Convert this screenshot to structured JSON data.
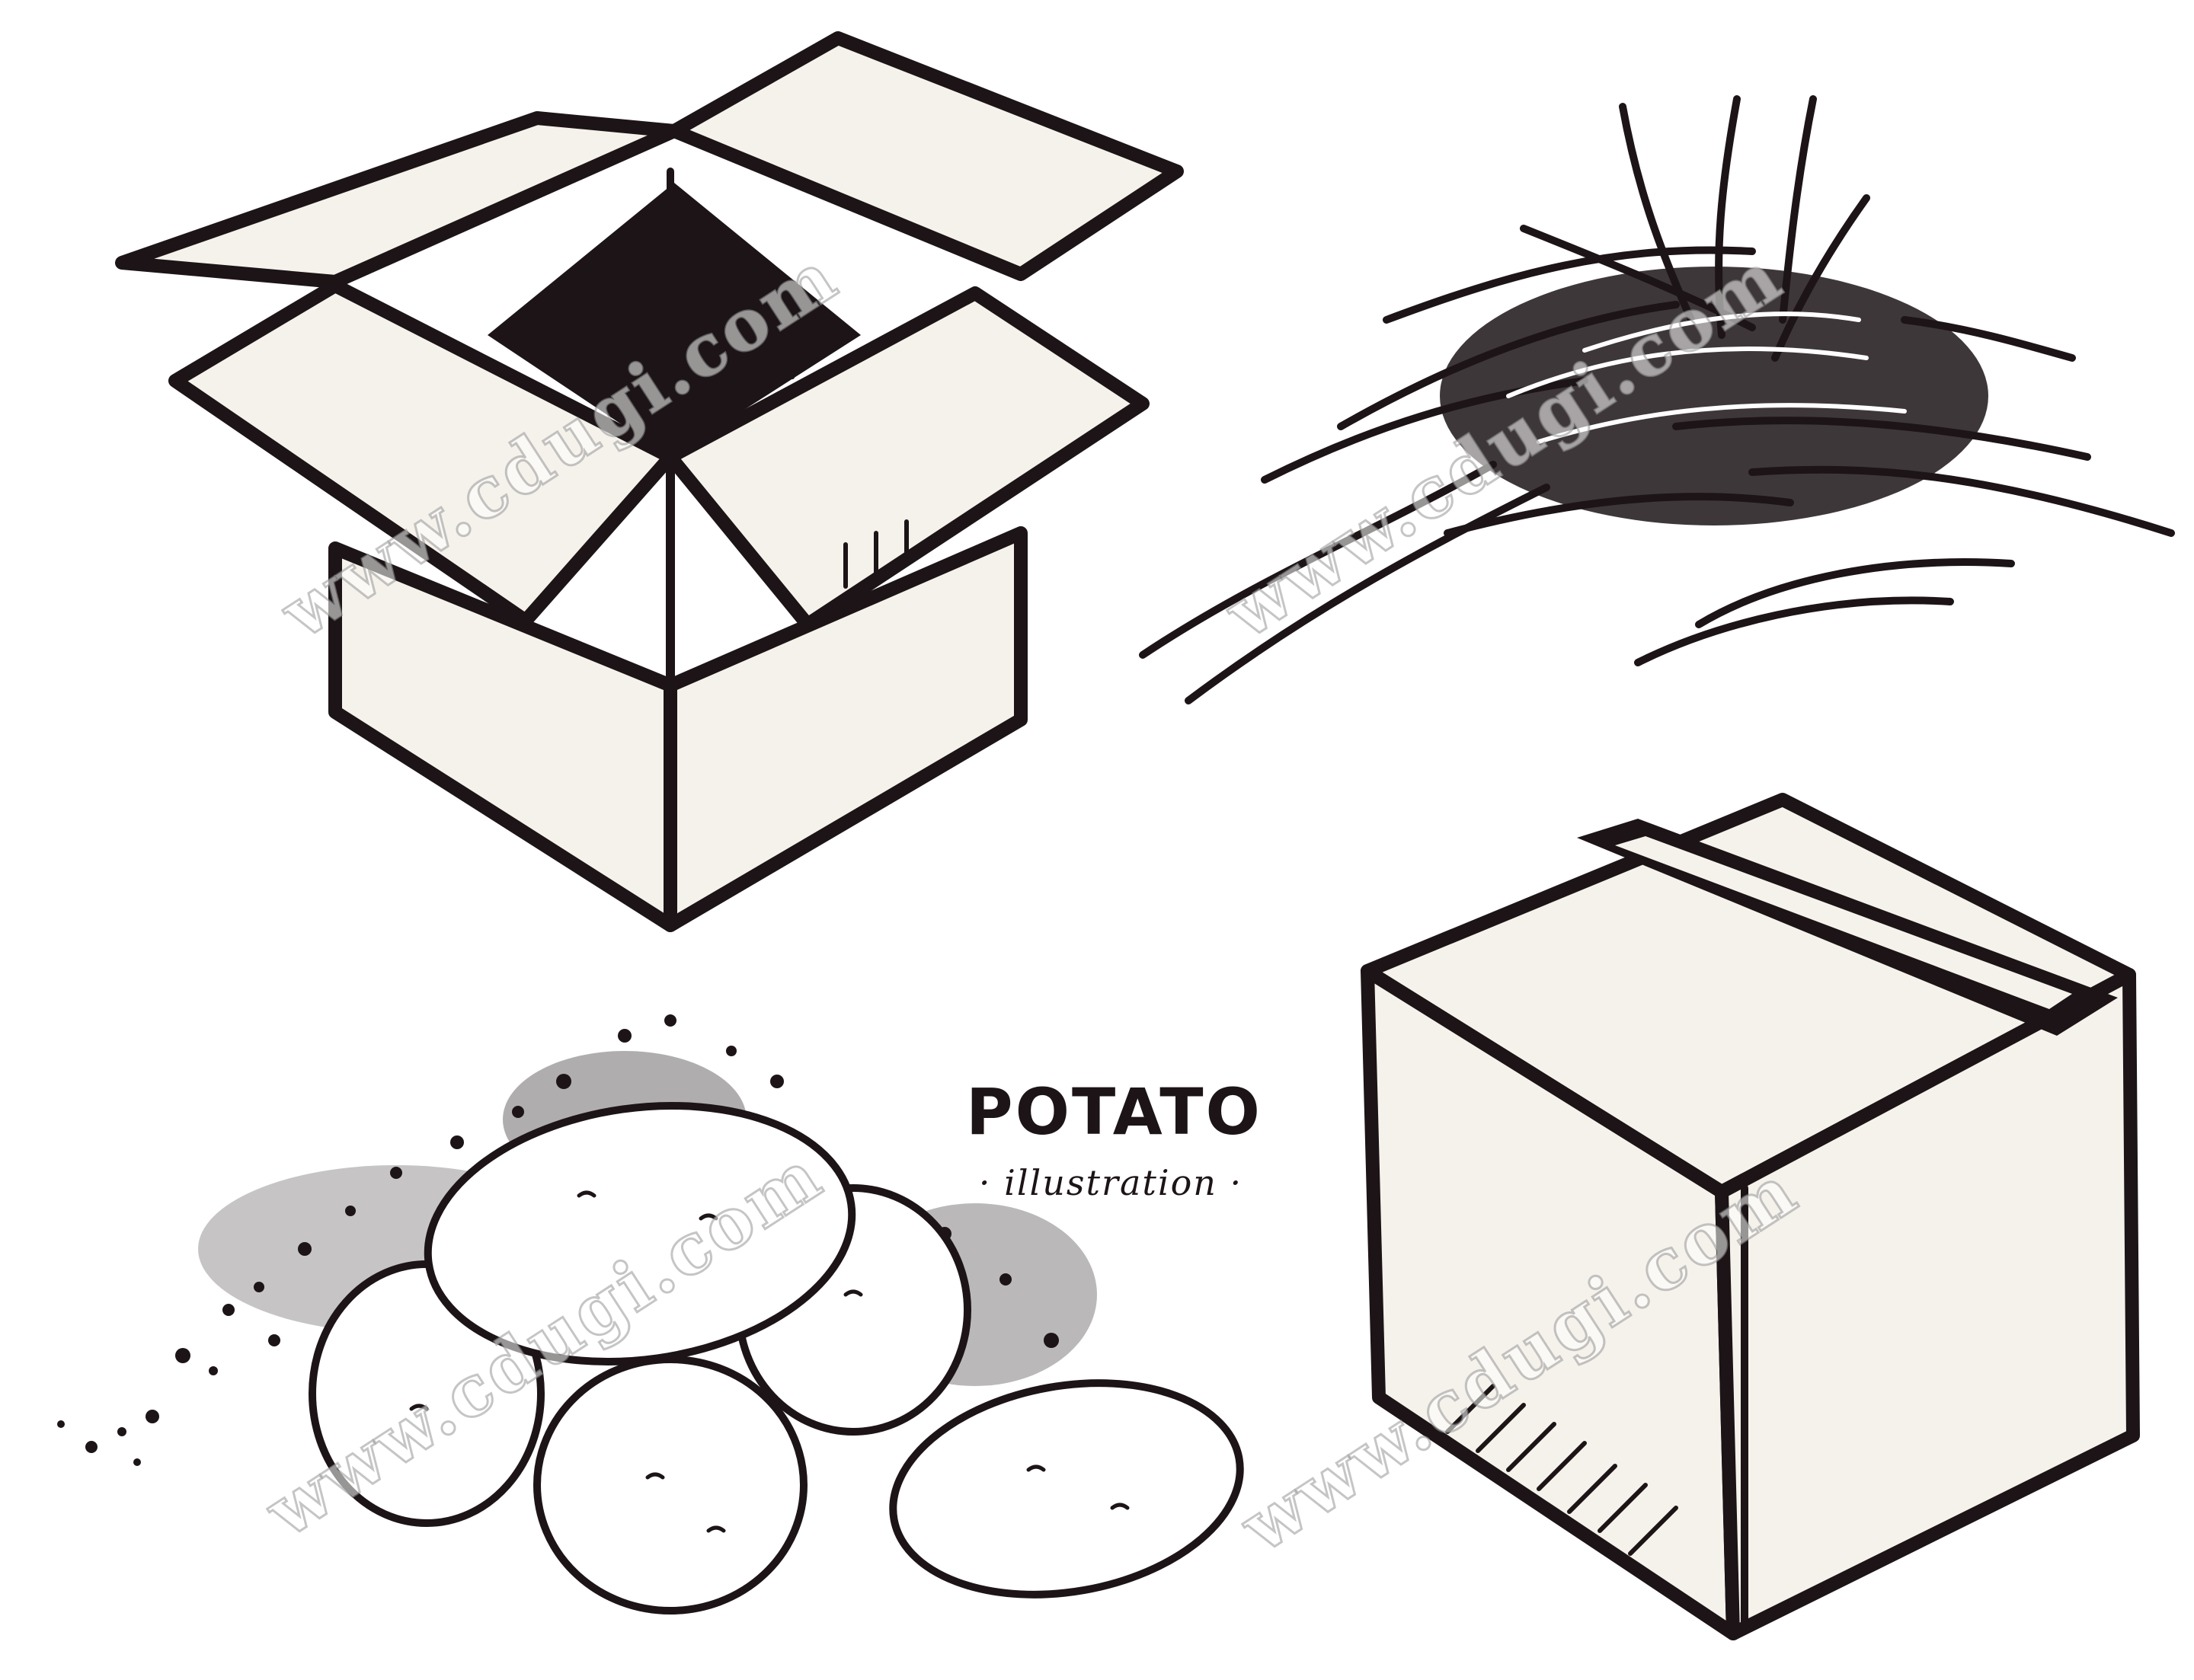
{
  "illustrations": {
    "open_box": "open-cardboard-box-icon",
    "shredded_paper": "shredded-paper-pile-icon",
    "closed_box": "taped-closed-box-icon",
    "potatoes": "potato-pile-icon"
  },
  "label": {
    "title": "POTATO",
    "subtitle": "· illustration ·"
  },
  "watermarks": [
    "www.cdugi.com",
    "www.cdugi.com",
    "www.cdugi.com",
    "www.cdugi.com"
  ],
  "colors": {
    "ink": "#1c1416",
    "cardboard": "#f5f2eb",
    "background": "#ffffff"
  }
}
